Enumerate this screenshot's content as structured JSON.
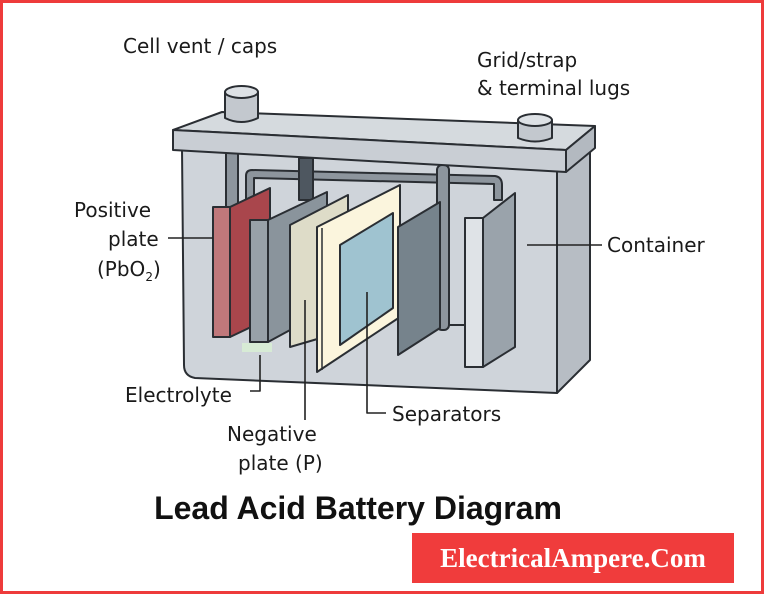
{
  "labels": {
    "vent": "Cell vent / caps",
    "grid_line1": "Grid/strap",
    "grid_line2": "& terminal lugs",
    "positive_line1": "Positive",
    "positive_line2": "plate",
    "positive_line3": "(PbO",
    "positive_sub": "2",
    "positive_close": ")",
    "container": "Container",
    "electrolyte": "Electrolyte",
    "negative_line1": "Negative",
    "negative_line2": "plate (P)",
    "separators": "Separators"
  },
  "title": "Lead Acid Battery Diagram",
  "brand": "ElectricalAmpere.Com",
  "colors": {
    "border": "#ee3b3b",
    "brand_bg": "#f03c3c",
    "positive": "#b85a5e",
    "container": "#cdd2d8",
    "separator_window": "#9fc3d0"
  }
}
